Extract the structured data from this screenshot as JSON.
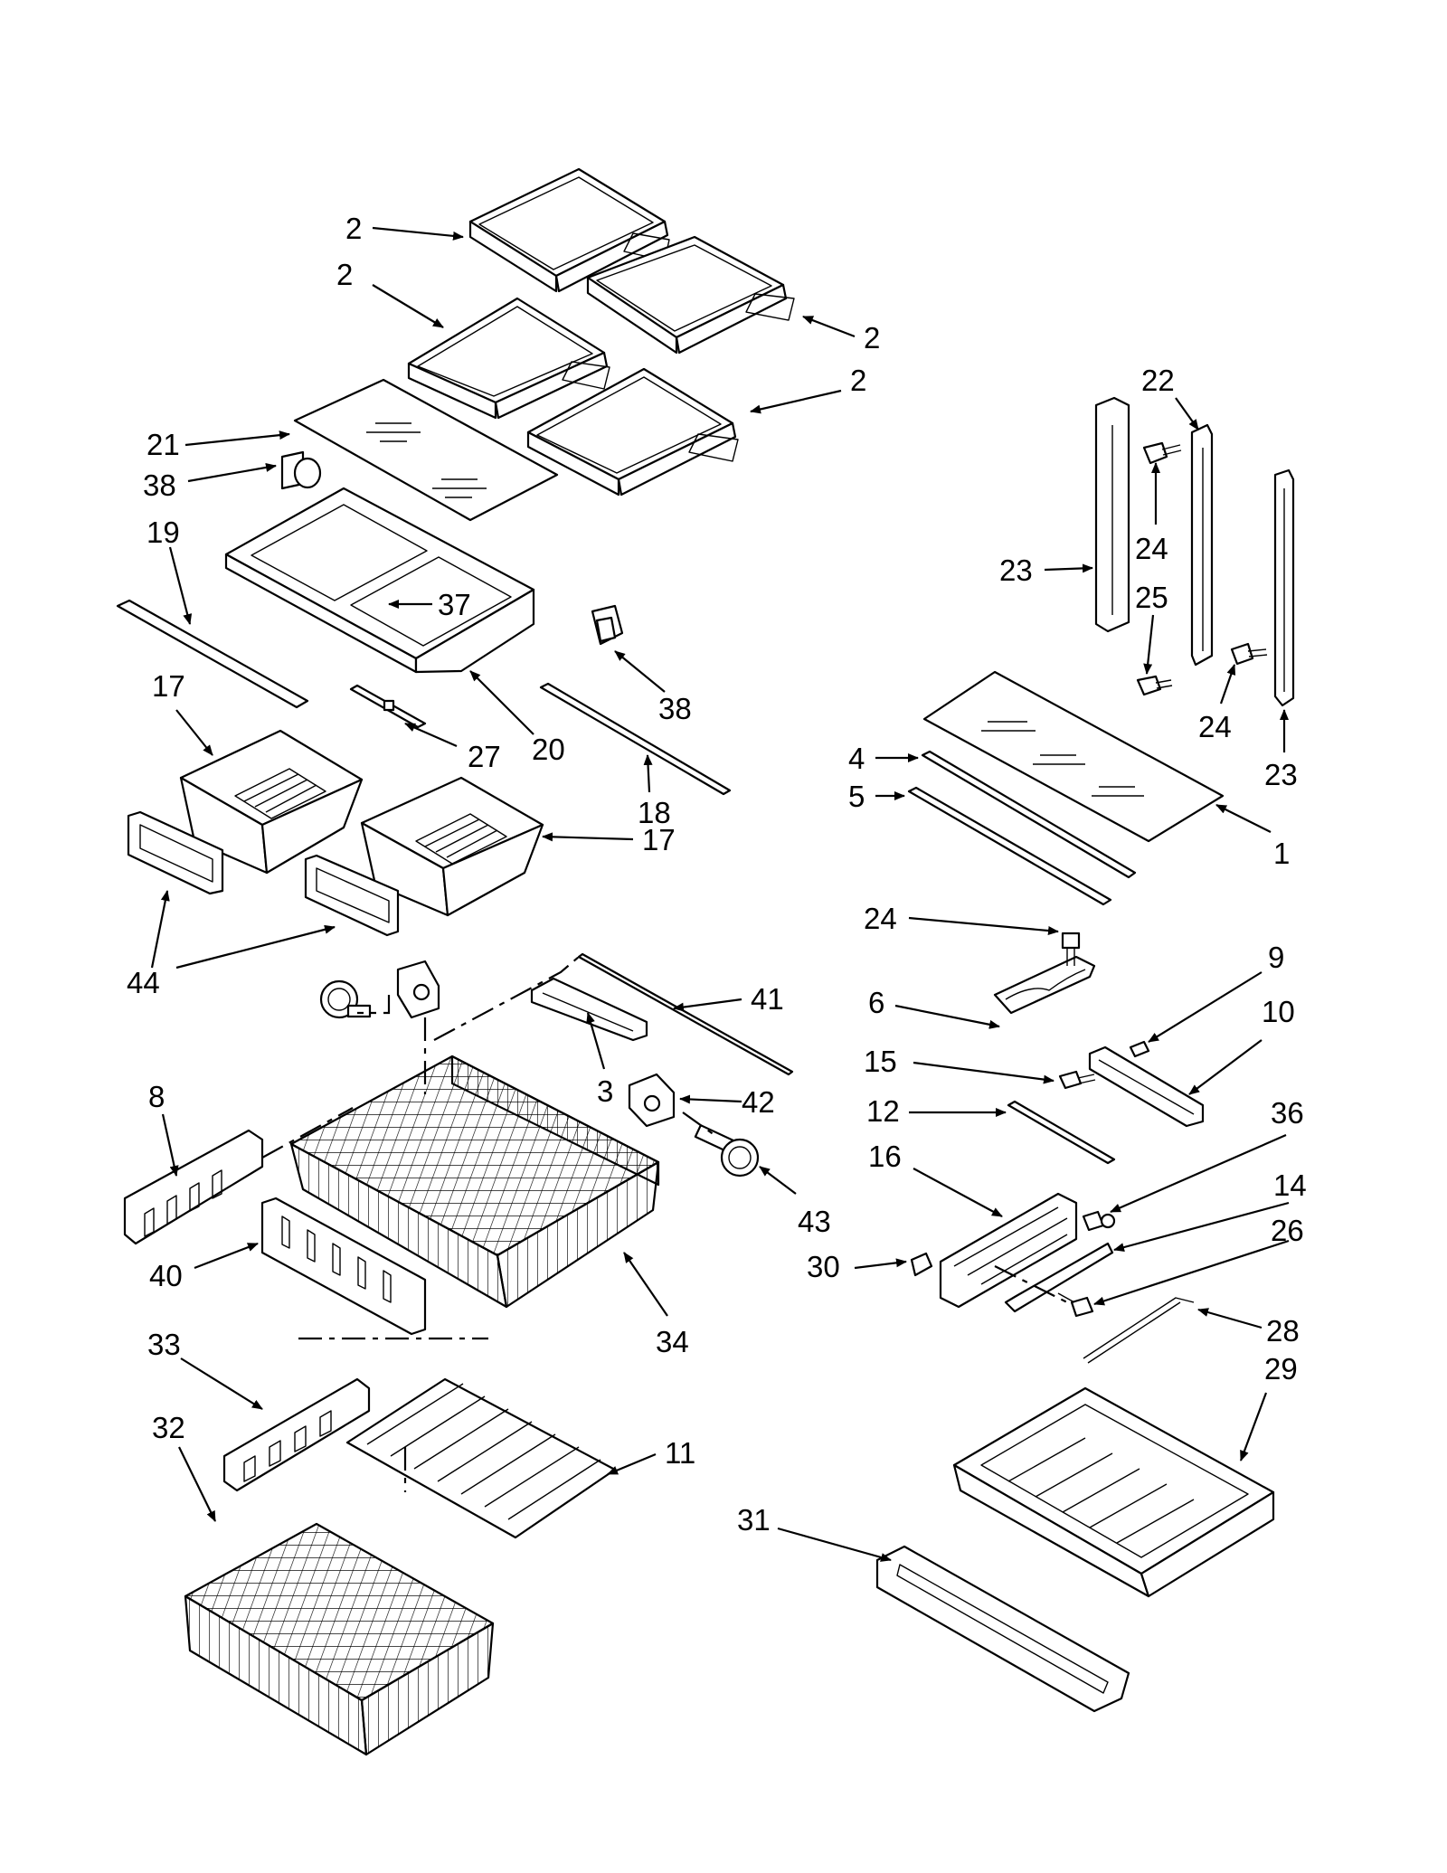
{
  "colors": {
    "ink": "#000000",
    "paper": "#ffffff"
  },
  "callouts": [
    {
      "id": "c1",
      "label": "2"
    },
    {
      "id": "c2",
      "label": "2"
    },
    {
      "id": "c3",
      "label": "2"
    },
    {
      "id": "c4",
      "label": "2"
    },
    {
      "id": "c5",
      "label": "21"
    },
    {
      "id": "c6",
      "label": "38"
    },
    {
      "id": "c7",
      "label": "19"
    },
    {
      "id": "c8",
      "label": "37"
    },
    {
      "id": "c9",
      "label": "38"
    },
    {
      "id": "c10",
      "label": "17"
    },
    {
      "id": "c11",
      "label": "27"
    },
    {
      "id": "c12",
      "label": "20"
    },
    {
      "id": "c13",
      "label": "18"
    },
    {
      "id": "c14",
      "label": "17"
    },
    {
      "id": "c15",
      "label": "44"
    },
    {
      "id": "c16",
      "label": "41"
    },
    {
      "id": "c17",
      "label": "3"
    },
    {
      "id": "c18",
      "label": "42"
    },
    {
      "id": "c19",
      "label": "8"
    },
    {
      "id": "c20",
      "label": "43"
    },
    {
      "id": "c21",
      "label": "40"
    },
    {
      "id": "c22",
      "label": "34"
    },
    {
      "id": "c23",
      "label": "33"
    },
    {
      "id": "c24",
      "label": "32"
    },
    {
      "id": "c25",
      "label": "11"
    },
    {
      "id": "c26",
      "label": "22"
    },
    {
      "id": "c27",
      "label": "24"
    },
    {
      "id": "c28",
      "label": "23"
    },
    {
      "id": "c29",
      "label": "25"
    },
    {
      "id": "c30",
      "label": "24"
    },
    {
      "id": "c31",
      "label": "23"
    },
    {
      "id": "c32",
      "label": "4"
    },
    {
      "id": "c33",
      "label": "5"
    },
    {
      "id": "c34",
      "label": "1"
    },
    {
      "id": "c35",
      "label": "24"
    },
    {
      "id": "c36",
      "label": "9"
    },
    {
      "id": "c37",
      "label": "6"
    },
    {
      "id": "c38",
      "label": "10"
    },
    {
      "id": "c39",
      "label": "15"
    },
    {
      "id": "c40",
      "label": "12"
    },
    {
      "id": "c41",
      "label": "36"
    },
    {
      "id": "c42",
      "label": "16"
    },
    {
      "id": "c43",
      "label": "14"
    },
    {
      "id": "c44",
      "label": "26"
    },
    {
      "id": "c45",
      "label": "30"
    },
    {
      "id": "c46",
      "label": "28"
    },
    {
      "id": "c47",
      "label": "29"
    },
    {
      "id": "c48",
      "label": "31"
    }
  ]
}
